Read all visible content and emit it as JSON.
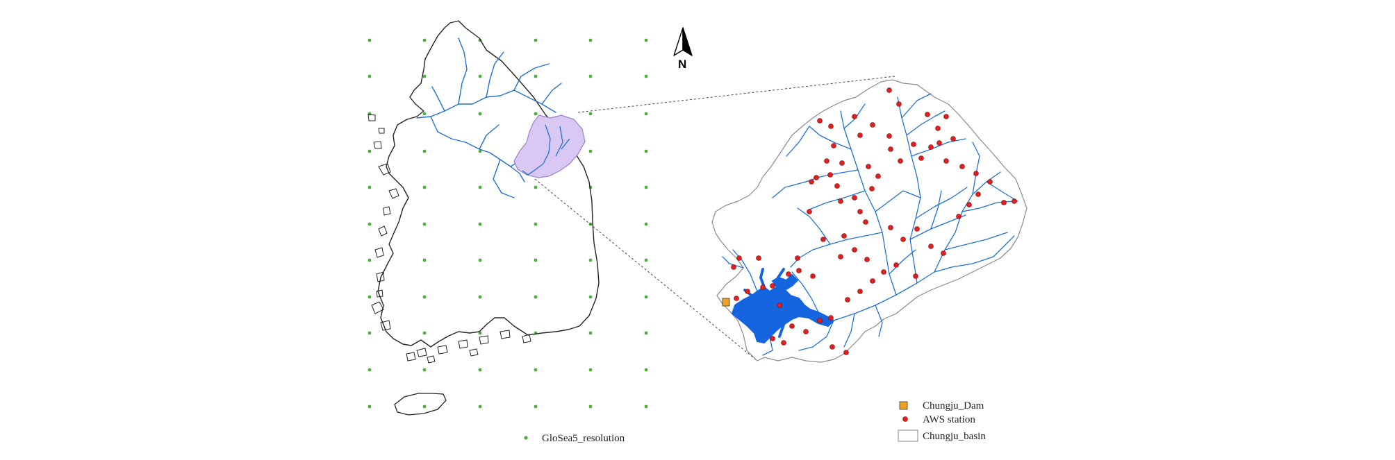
{
  "colors": {
    "grid_point": "#4caf3a",
    "river": "#1f6fd6",
    "reservoir": "#1565e0",
    "basin_fill": "#d9c8f4",
    "basin_stroke": "#9a7fc9",
    "aws_station": "#e02020",
    "dam": "#f0a020",
    "outline": "#222222"
  },
  "north_arrow": {
    "label": "N",
    "icon": "north-arrow-icon"
  },
  "legend": {
    "grid": {
      "label": "GloSea5_resolution",
      "icon": "grid-point-icon"
    },
    "dam": {
      "label": "Chungju_Dam",
      "icon": "dam-square-icon"
    },
    "station": {
      "label": "AWS station",
      "icon": "red-dot-icon"
    },
    "basin": {
      "label": "Chungju_basin",
      "icon": "basin-box-icon"
    }
  }
}
